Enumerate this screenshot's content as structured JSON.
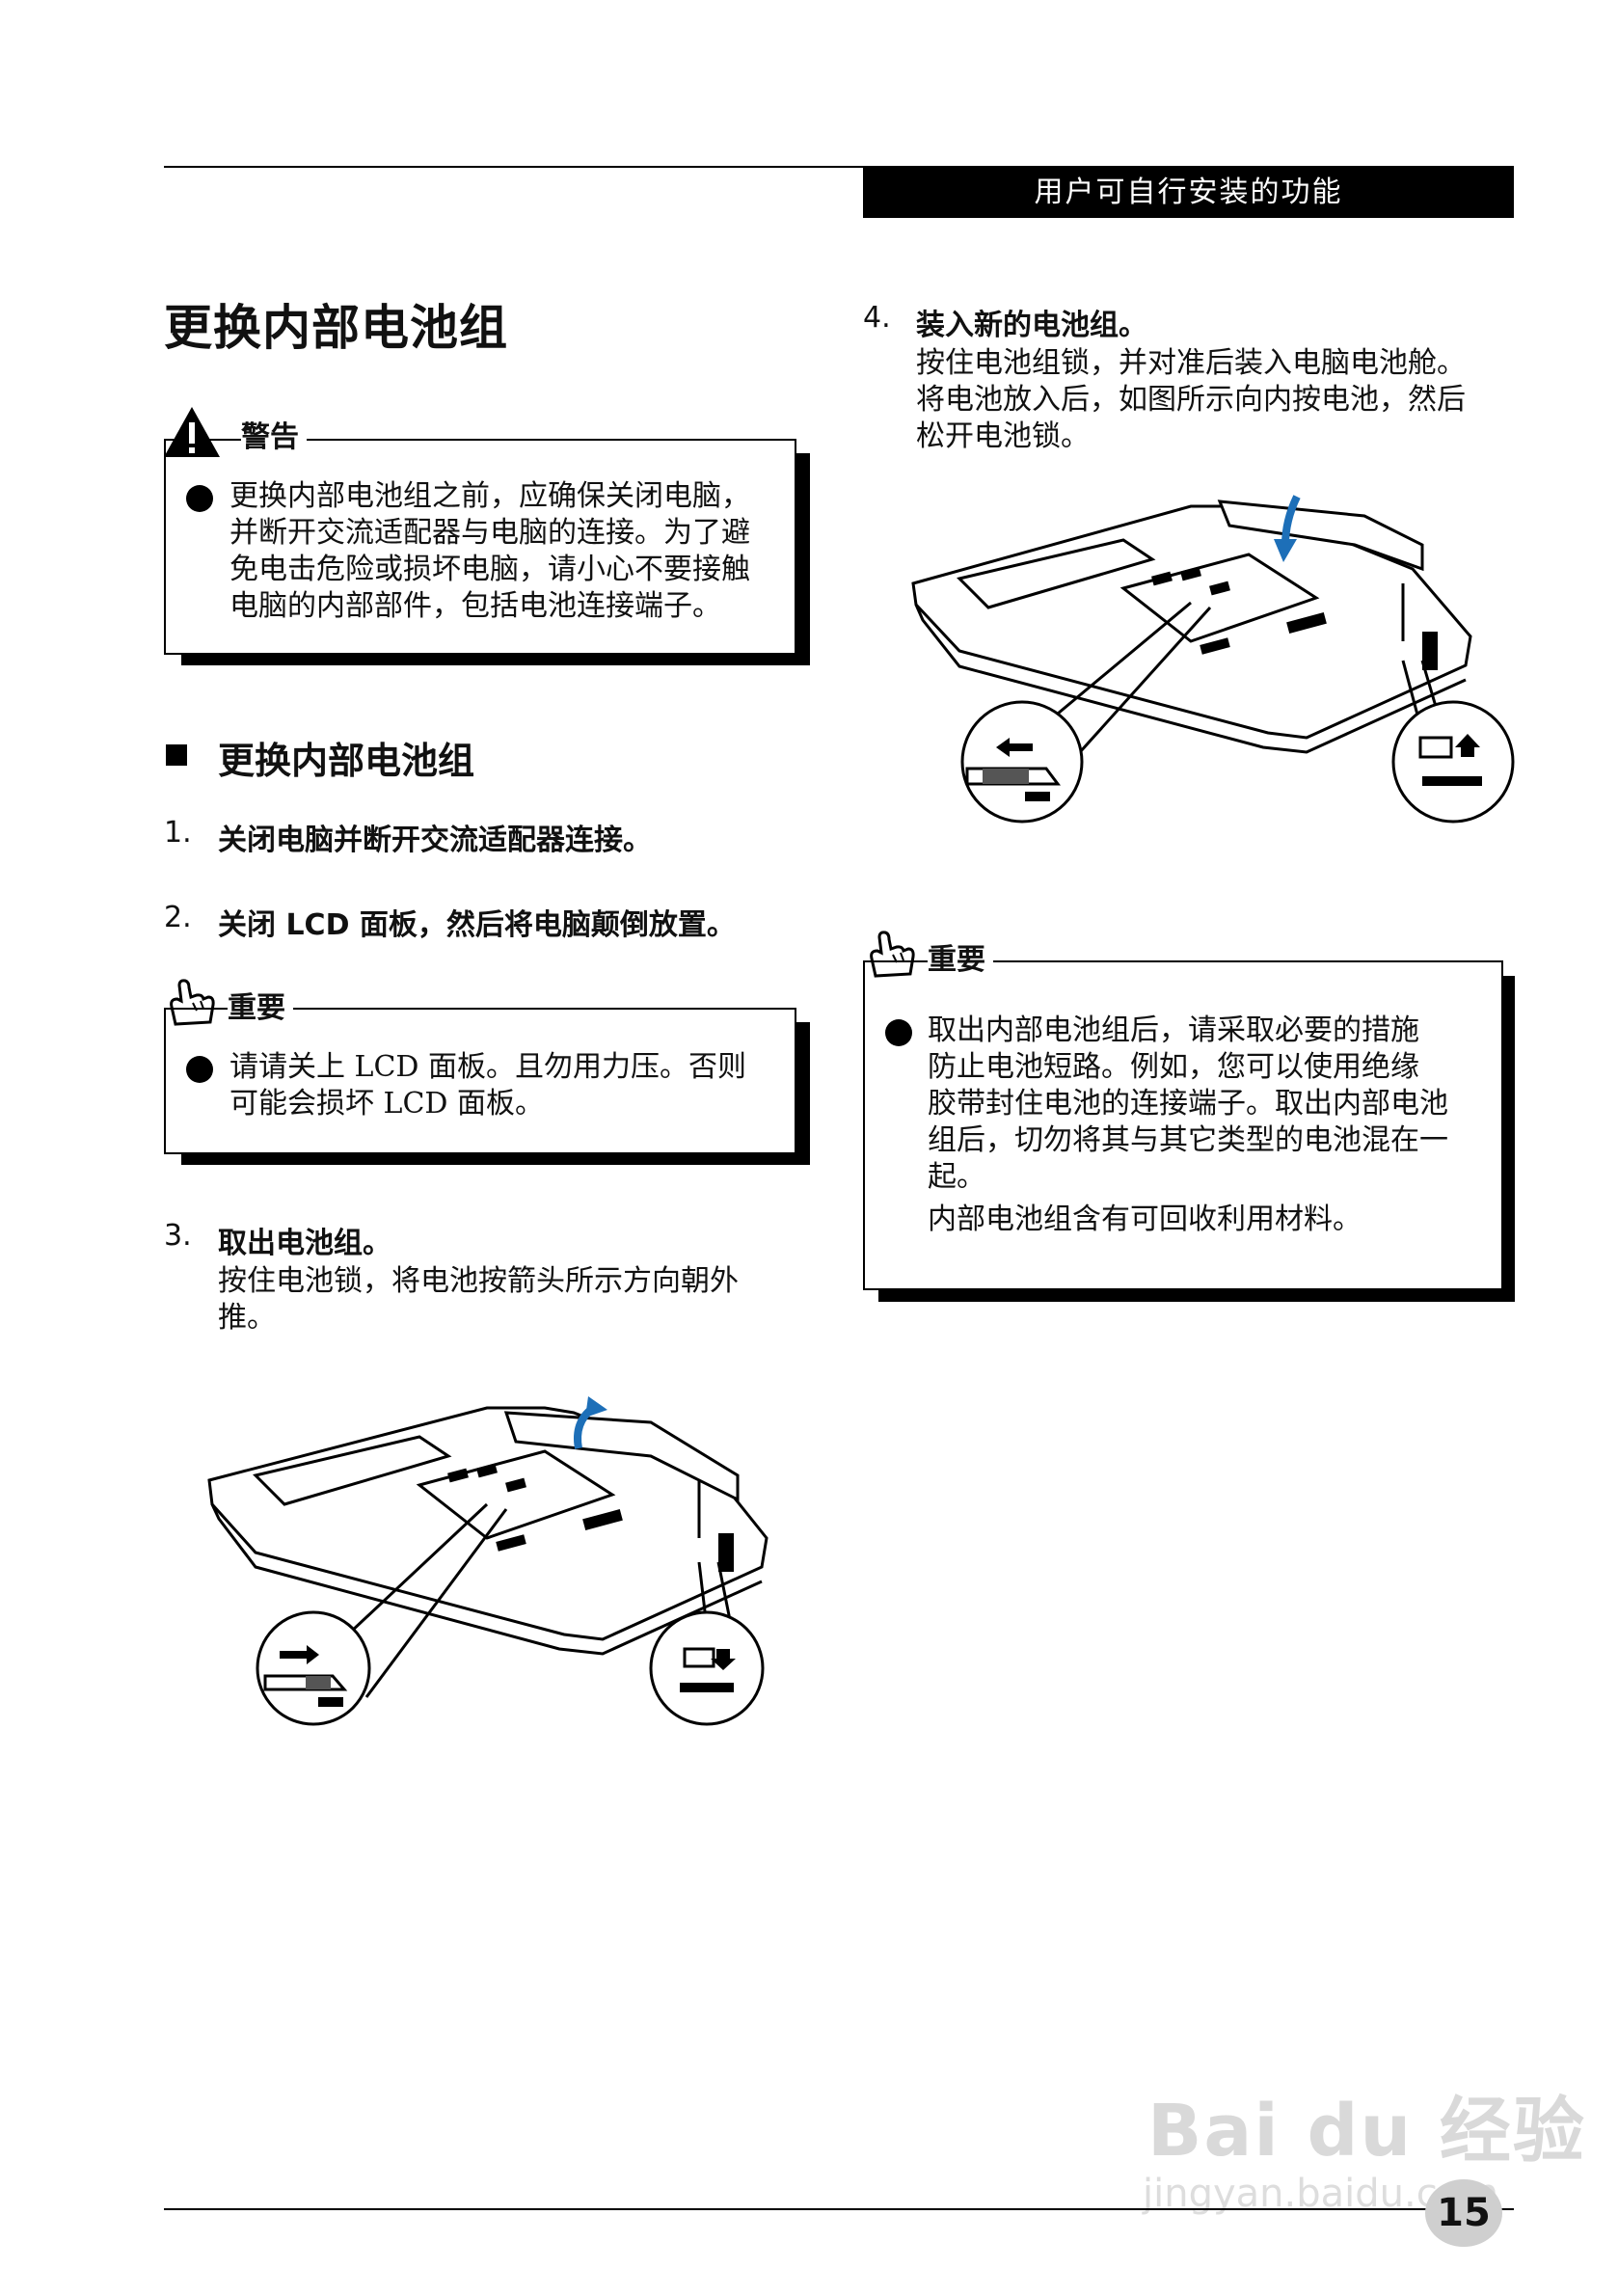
{
  "header": {
    "section_title": "用户可自行安装的功能"
  },
  "page_title": "更换内部电池组",
  "warning": {
    "heading": "警告",
    "lines": [
      "更换内部电池组之前，应确保关闭电脑，",
      "并断开交流适配器与电脑的连接。为了避",
      "免电击危险或损坏电脑，请小心不要接触",
      "电脑的内部部件，包括电池连接端子。"
    ]
  },
  "section_heading": "更换内部电池组",
  "steps": {
    "s1": {
      "num": "1.",
      "text": "关闭电脑并断开交流适配器连接。"
    },
    "s2": {
      "num": "2.",
      "text": "关闭 LCD 面板，然后将电脑颠倒放置。"
    },
    "s3": {
      "num": "3.",
      "text": "取出电池组。",
      "body": [
        "按住电池锁，将电池按箭头所示方向朝外",
        "推。"
      ]
    },
    "s4": {
      "num": "4.",
      "text": "装入新的电池组。",
      "body": [
        "按住电池组锁，并对准后装入电脑电池舱。",
        "将电池放入后，如图所示向内按电池，然后",
        "松开电池锁。"
      ]
    }
  },
  "important1": {
    "heading": "重要",
    "lines": [
      "请请关上 LCD 面板。且勿用力压。否则",
      "可能会损坏 LCD 面板。"
    ]
  },
  "important2": {
    "heading": "重要",
    "lines": [
      "取出内部电池组后，请采取必要的措施",
      "防止电池短路。例如，您可以使用绝缘",
      "胶带封住电池的连接端子。取出内部电池",
      "组后，切勿将其与其它类型的电池混在一",
      "起。",
      "内部电池组含有可回收利用材料。"
    ]
  },
  "page_number": "15",
  "watermark": {
    "main": "Bai du 经验",
    "sub": "jingyan.baidu.com"
  },
  "colors": {
    "arrow_blue": "#1d6fb8"
  }
}
